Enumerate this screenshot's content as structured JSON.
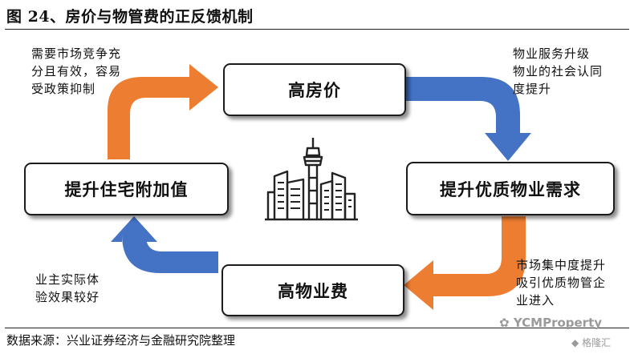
{
  "header": {
    "title": "图 24、房价与物管费的正反馈机制"
  },
  "nodes": {
    "top": "高房价",
    "right": "提升优质物业需求",
    "bottom": "高物业费",
    "left": "提升住宅附加值"
  },
  "notes": {
    "top_left": [
      "需要市场竞争充",
      "分且有效，容易",
      "受政策抑制"
    ],
    "top_right": [
      "物业服务升级",
      "物业的社会认同",
      "度提升"
    ],
    "bottom_right": [
      "市场集中度提升",
      "吸引优质物管企",
      "业进入"
    ],
    "bottom_left": [
      "业主实际体",
      "验效果较好"
    ]
  },
  "footer": {
    "source": "数据来源：兴业证券经济与金融研究院整理"
  },
  "watermark": {
    "line1": "YCMProperty",
    "line2": "格隆汇"
  },
  "colors": {
    "orange_arrow": "#ED7D31",
    "blue_arrow": "#4472C4",
    "icon": "#222222"
  }
}
